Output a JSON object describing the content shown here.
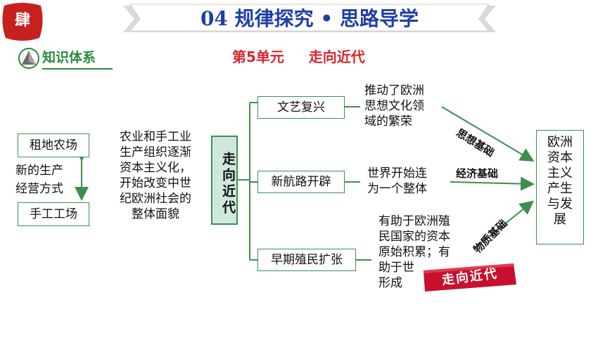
{
  "header": {
    "badge": "肆",
    "title": "04 规律探究 • 思路导学"
  },
  "section": {
    "label": "知识体系",
    "unit_title": "第5单元     走向近代"
  },
  "left": {
    "box_top": "租地农场",
    "relation_line1": "新的生产",
    "relation_line2": "经营方式",
    "box_bottom": "手工工场",
    "summary": [
      "农业和手工业",
      "生产组织逐渐",
      "资本主义化，",
      "开始改变中世",
      "纪欧洲社会的",
      "整体面貌"
    ]
  },
  "center": {
    "label": "走向近代"
  },
  "branches": [
    {
      "box": "文艺复兴",
      "text": [
        "推动了欧洲",
        "思想文化领",
        "域的繁荣"
      ],
      "edge": "思想基础"
    },
    {
      "box": "新航路开辟",
      "text": [
        "世界开始连",
        "为一个整体"
      ],
      "edge": "经济基础"
    },
    {
      "box": "早期殖民扩张",
      "text": [
        "有助于欧洲殖",
        "民国家的资本",
        "原始积累；有",
        "助于世",
        "形成"
      ],
      "edge": "物质基础"
    }
  ],
  "result": {
    "label": [
      "欧洲",
      "资本",
      "主义",
      "产生",
      "与发",
      "展"
    ]
  },
  "stamp": {
    "label": "走向近代"
  },
  "colors": {
    "title_blue": "#1f3fa6",
    "green": "#3c8f4e",
    "red": "#d9262c",
    "panel": "#cfe8dd"
  }
}
